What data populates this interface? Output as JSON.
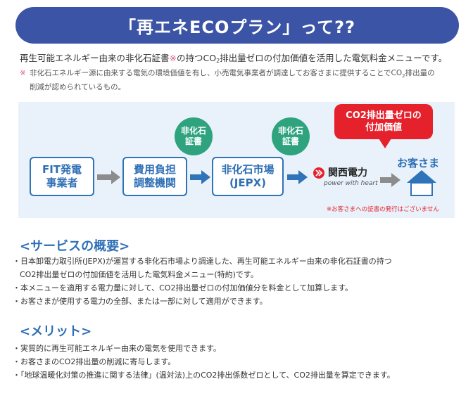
{
  "title": "「再エネECOプラン」って??",
  "intro": {
    "before_mark": "再生可能エネルギー由来の非化石証書",
    "mark": "※",
    "after_mark_1": "の持つCO",
    "sub": "2",
    "after_mark_2": "排出量ゼロの付加価値を活用した電気料金メニューです。"
  },
  "footnote": {
    "mark": "※",
    "line1": "非化石エネルギー源に由来する電気の環境価値を有し、小売電気事業者が調達してお客さまに提供することでCO",
    "sub": "2",
    "line1_end": "排出量の",
    "line2": "削減が認められているもの。"
  },
  "diagram": {
    "fit_box": [
      "FIT発電",
      "事業者"
    ],
    "adjust_box": [
      "費用負担",
      "調整機関"
    ],
    "market_box": [
      "非化石市場",
      "(JEPX)"
    ],
    "cert1": [
      "非化石",
      "証書"
    ],
    "cert2": [
      "非化石",
      "証書"
    ],
    "co2_bubble": [
      "CO2排出量ゼロの",
      "付加価値"
    ],
    "company_name": "関西電力",
    "company_tagline": "power with heart",
    "customer": "お客さま",
    "note": "※お客さまへの証書の発行はございません",
    "colors": {
      "box_border": "#2f73b8",
      "cert": "#2ea37d",
      "bubble": "#e5212c",
      "arrow_blue": "#2f73b8",
      "arrow_gray": "#8c8c8c"
    }
  },
  "service": {
    "heading": "<サービスの概要>",
    "items": [
      "・日本卸電力取引所(JEPX)が運営する非化石市場より調達した、再生可能エネルギー由来の非化石証書の持つ",
      "CO2排出量ゼロの付加価値を活用した電気料金メニュー(特約)です。",
      "・本メニューを適用する電力量に対して、CO2排出量ゼロの付加価値分を料金として加算します。",
      "・お客さまが使用する電力の全部、または一部に対して適用ができます。"
    ]
  },
  "merit": {
    "heading": "<メリット>",
    "items": [
      "・実質的に再生可能エネルギー由来の電気を使用できます。",
      "・お客さまのCO2排出量の削減に寄与します。",
      "・「地球温暖化対策の推進に関する法律」(温対法)上のCO2排出係数ゼロとして、CO2排出量を算定できます。"
    ]
  }
}
